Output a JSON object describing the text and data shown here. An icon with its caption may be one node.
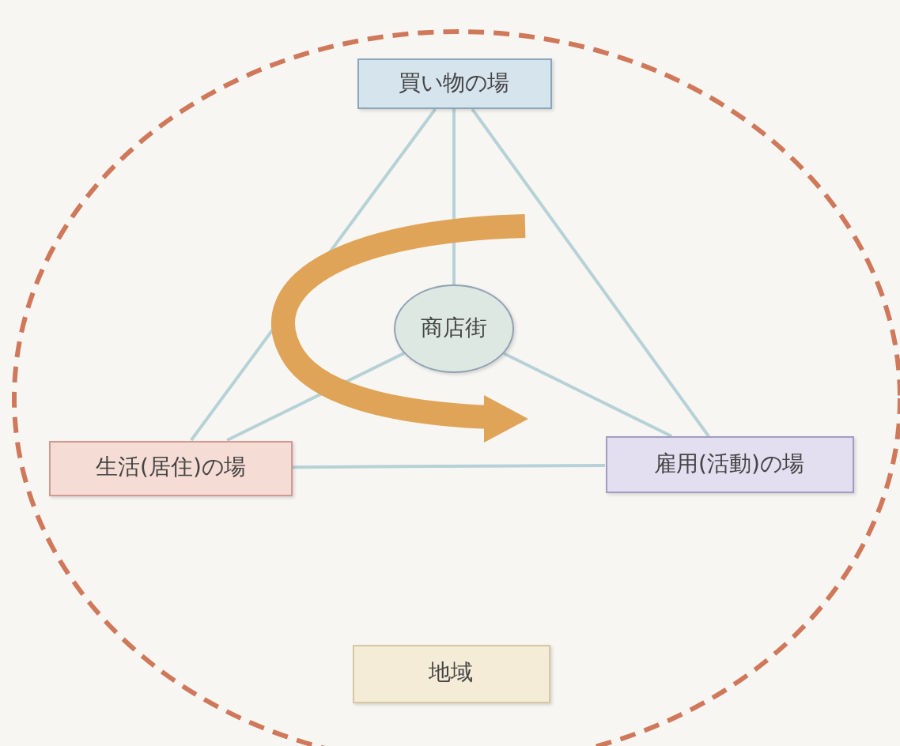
{
  "diagram": {
    "nodes": [
      {
        "text": [
          "買い物の場"
        ]
      },
      {
        "text": [
          "商店街"
        ]
      },
      {
        "text": [
          "生活(居住)の場"
        ]
      },
      {
        "text": [
          "雇用(活動)の場"
        ]
      },
      {
        "text": [
          "地域"
        ]
      }
    ],
    "edges": [
      {
        "from": 0,
        "to": 1,
        "arrow": "none"
      },
      {
        "from": 1,
        "to": 2,
        "arrow": "none"
      },
      {
        "from": 1,
        "to": 3,
        "arrow": "none"
      },
      {
        "from": 0,
        "to": 2,
        "arrow": "none"
      },
      {
        "from": 0,
        "to": 3,
        "arrow": "none"
      },
      {
        "from": 2,
        "to": 3,
        "arrow": "none"
      }
    ]
  }
}
